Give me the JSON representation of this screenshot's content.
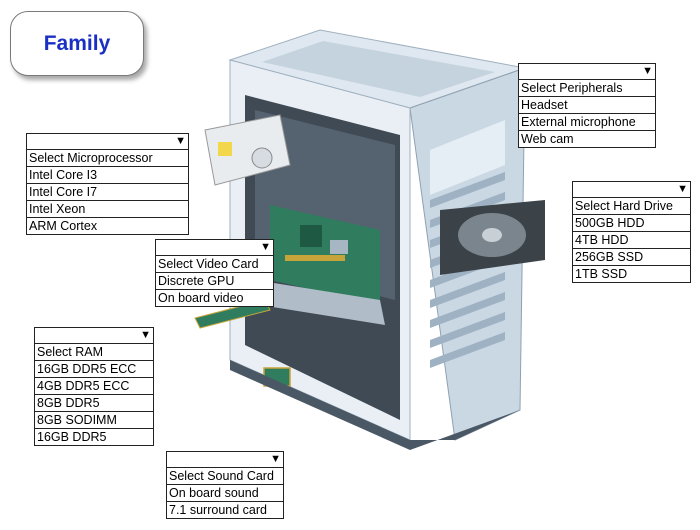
{
  "tag": {
    "label": "Family"
  },
  "dropdowns": {
    "peripherals": {
      "options": [
        "Select Peripherals",
        "Headset",
        "External microphone",
        "Web cam"
      ]
    },
    "microprocessor": {
      "options": [
        "Select Microprocessor",
        "Intel Core I3",
        "Intel Core I7",
        "Intel Xeon",
        "ARM Cortex"
      ]
    },
    "harddrive": {
      "options": [
        "Select Hard Drive",
        "500GB HDD",
        "4TB HDD",
        "256GB SSD",
        "1TB SSD"
      ]
    },
    "videocard": {
      "options": [
        "Select Video Card",
        "Discrete GPU",
        "On board video"
      ]
    },
    "ram": {
      "options": [
        "Select RAM",
        "16GB DDR5 ECC",
        "4GB DDR5 ECC",
        "8GB DDR5",
        "8GB SODIMM",
        "16GB DDR5"
      ]
    },
    "soundcard": {
      "options": [
        "Select Sound Card",
        "On board sound",
        "7.1 surround card"
      ]
    }
  },
  "colors": {
    "tag_text": "#1a2fc4",
    "case_light": "#dbe5ee",
    "case_mid": "#b7c8d6",
    "case_dark": "#4a5866",
    "board": "#2f7d5e"
  },
  "icons": {
    "dropdown": "triangle-down"
  }
}
